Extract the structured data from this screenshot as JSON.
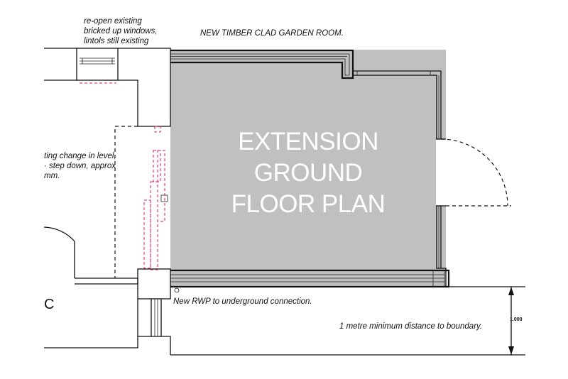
{
  "title_lines": [
    "EXTENSION",
    "GROUND",
    "FLOOR PLAN"
  ],
  "notes": {
    "reopen_windows": [
      "re-open existing",
      "bricked up windows,",
      "lintols still existing"
    ],
    "garden_room": "NEW TIMBER CLAD GARDEN ROOM.",
    "level_change": [
      "ting change in level,",
      "· step down, approx",
      "mm."
    ],
    "rwp": "New RWP to underground connection.",
    "boundary": "1 metre minimum distance to boundary."
  },
  "dimension_label": "1.000",
  "grid_letter": "C",
  "colors": {
    "room_fill": "#c0c0c0",
    "line": "#111111",
    "existing_hidden": "#e0195a",
    "text": "#111111"
  }
}
